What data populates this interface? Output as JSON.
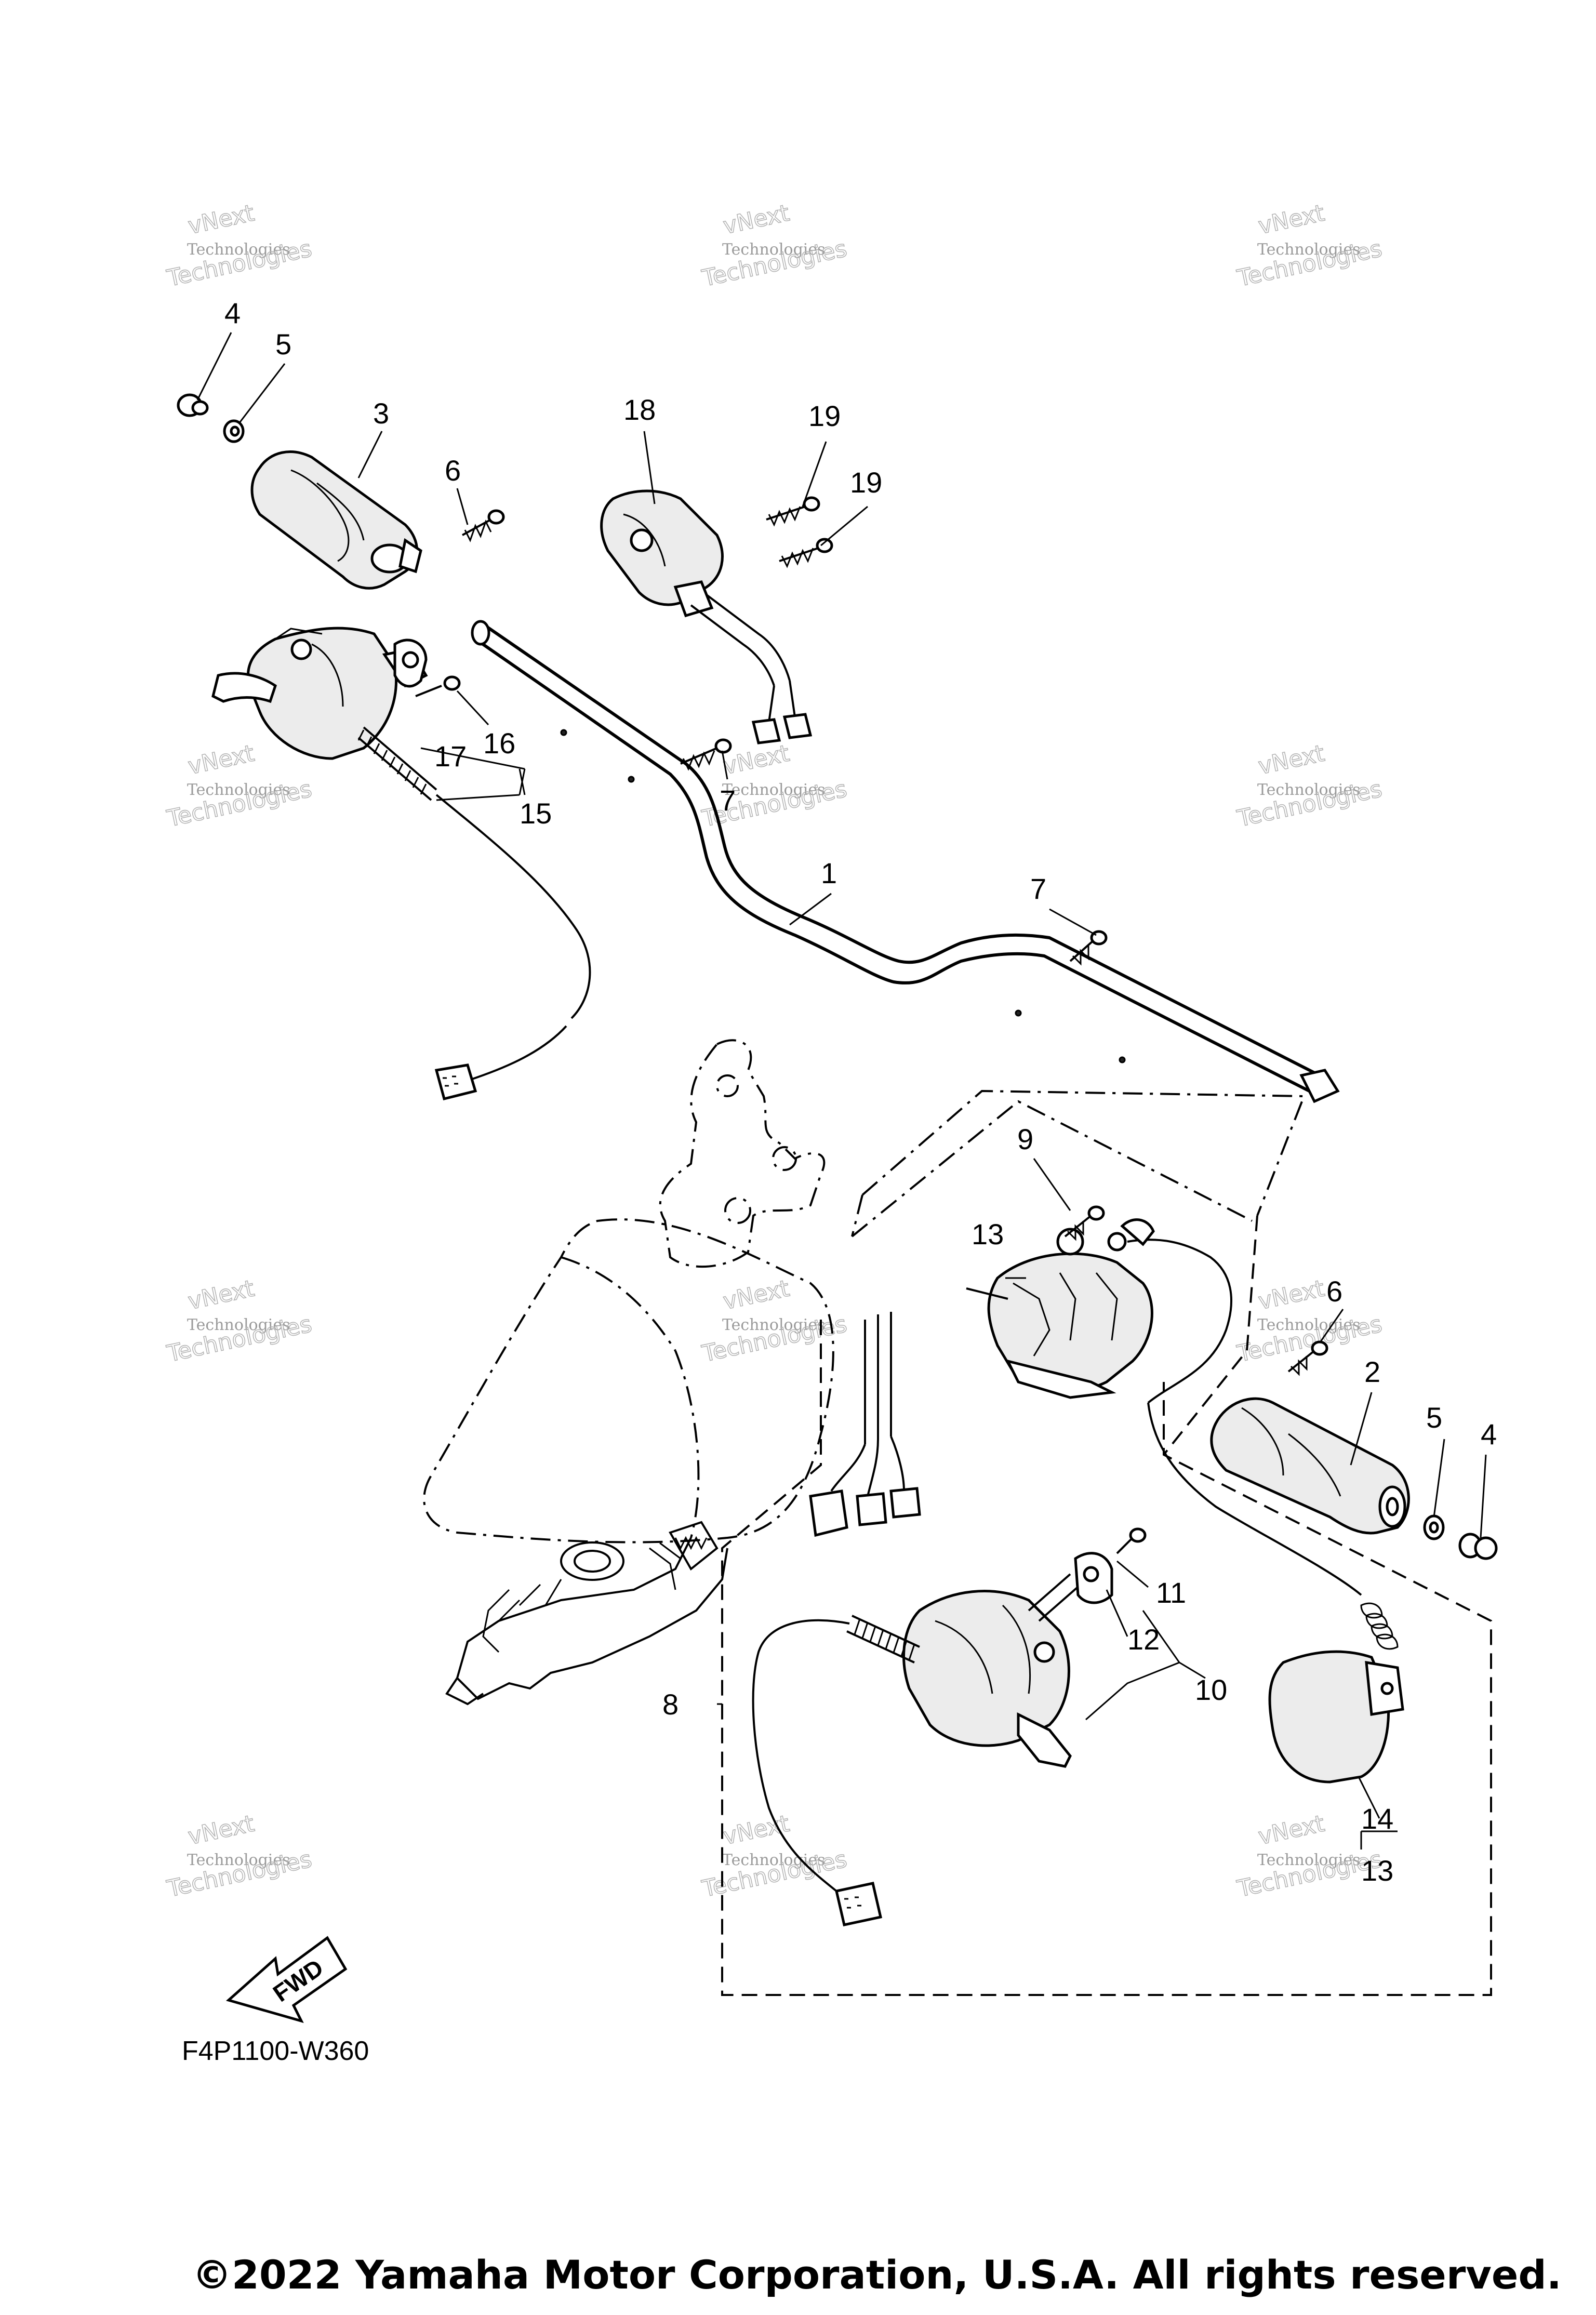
{
  "diagram": {
    "labels": [
      {
        "id": "4a",
        "text": "4"
      },
      {
        "id": "5a",
        "text": "5"
      },
      {
        "id": "3",
        "text": "3"
      },
      {
        "id": "6a",
        "text": "6"
      },
      {
        "id": "18",
        "text": "18"
      },
      {
        "id": "19a",
        "text": "19"
      },
      {
        "id": "19b",
        "text": "19"
      },
      {
        "id": "16",
        "text": "16"
      },
      {
        "id": "17",
        "text": "17"
      },
      {
        "id": "15",
        "text": "15"
      },
      {
        "id": "7a",
        "text": "7"
      },
      {
        "id": "1",
        "text": "1"
      },
      {
        "id": "7b",
        "text": "7"
      },
      {
        "id": "9",
        "text": "9"
      },
      {
        "id": "13a",
        "text": "13"
      },
      {
        "id": "6b",
        "text": "6"
      },
      {
        "id": "2",
        "text": "2"
      },
      {
        "id": "5b",
        "text": "5"
      },
      {
        "id": "4b",
        "text": "4"
      },
      {
        "id": "11",
        "text": "11"
      },
      {
        "id": "12",
        "text": "12"
      },
      {
        "id": "10",
        "text": "10"
      },
      {
        "id": "8",
        "text": "8"
      },
      {
        "id": "14",
        "text": "14"
      },
      {
        "id": "13b",
        "text": "13"
      }
    ],
    "watermark": {
      "line1": "vNext",
      "line2": "Technologies"
    },
    "fwd_label": "FWD",
    "drawing_code": "F4P1100-W360",
    "copyright": "©2022 Yamaha Motor Corporation, U.S.A. All rights reserved."
  }
}
